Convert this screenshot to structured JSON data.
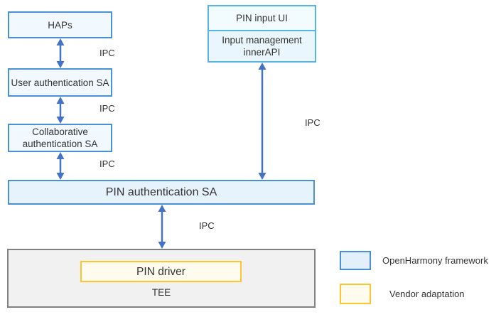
{
  "boxes": {
    "haps": "HAPs",
    "user_auth_sa": "User authentication SA",
    "collaborative_auth_sa": "Collaborative authentication SA",
    "pin_auth_sa": "PIN authentication SA",
    "pin_input_ui": "PIN input UI",
    "input_management_innerapi": "Input management innerAPI",
    "pin_driver": "PIN driver",
    "tee": "TEE"
  },
  "ipc": [
    "IPC",
    "IPC",
    "IPC",
    "IPC",
    "IPC"
  ],
  "legend": {
    "items": [
      {
        "label": "OpenHarmony framework",
        "swatch": "framework"
      },
      {
        "label": "Vendor adaptation",
        "swatch": "vendor"
      }
    ]
  },
  "colors": {
    "framework_border": "#4a90d9",
    "framework_fill": "#f2f9fe",
    "framework_fill_strong": "#e7f3fc",
    "legend_blue_fill": "#e3f0fb",
    "input_border": "#5ab3e6",
    "input_fill_top": "#f2fbfe",
    "input_fill_bottom": "#e9f6fd",
    "vendor_border": "#fec52e",
    "vendor_fill": "#fffbee",
    "tee_border": "#808080",
    "tee_fill": "#f1f1f1",
    "arrow": "#4472c4",
    "text": "#333333"
  }
}
